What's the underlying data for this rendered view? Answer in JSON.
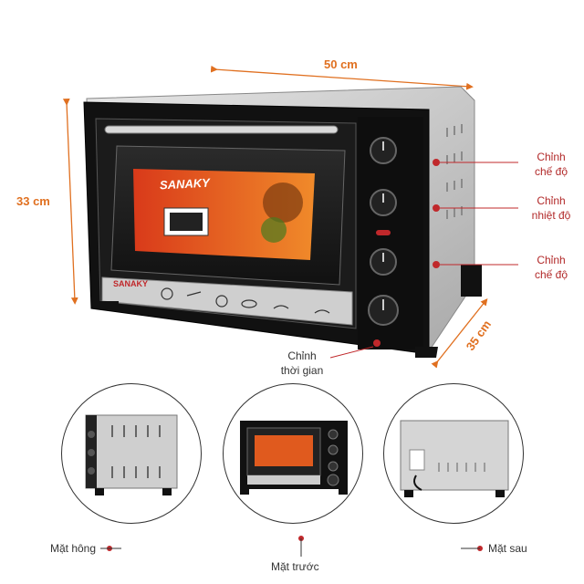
{
  "dimensions": {
    "width": "50 cm",
    "height": "33 cm",
    "depth": "35 cm"
  },
  "brand": "SANAKY",
  "callouts": {
    "mode_top": [
      "Chỉnh",
      "chế độ"
    ],
    "temperature": [
      "Chỉnh",
      "nhiệt độ"
    ],
    "mode_bottom": [
      "Chỉnh",
      "chế độ"
    ],
    "timer": [
      "Chỉnh",
      "thời gian"
    ]
  },
  "views": {
    "side": "Mặt hông",
    "front": "Mặt trước",
    "back": "Mặt sau"
  },
  "colors": {
    "accent_dim": "#e07020",
    "callout": "#b22a2a",
    "marker": "#c0282b"
  }
}
